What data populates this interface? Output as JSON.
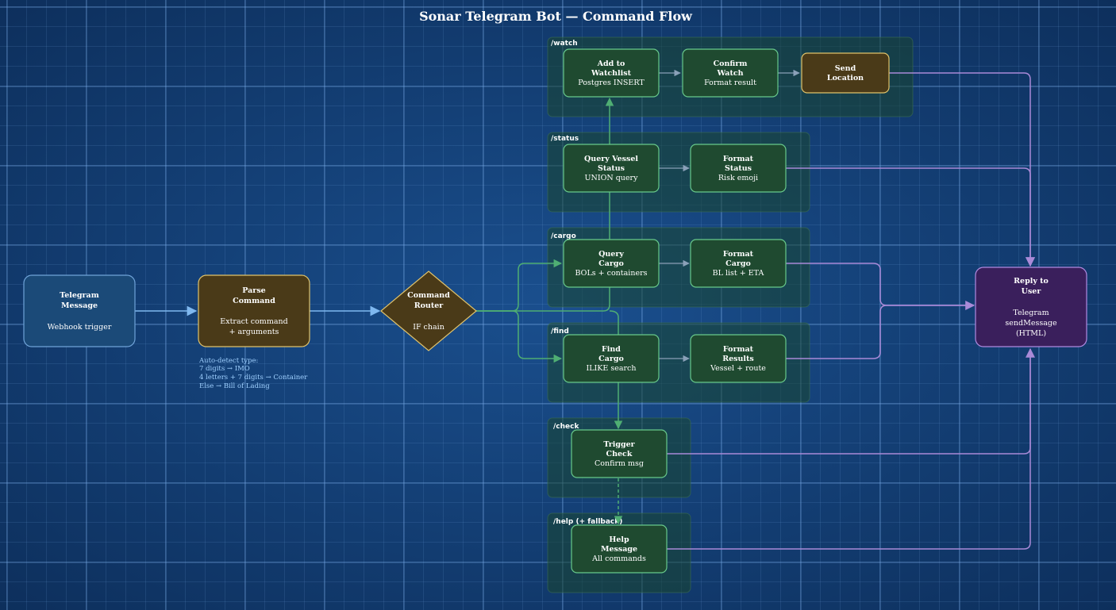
{
  "title": "Sonar Telegram Bot — Command Flow",
  "colors": {
    "group_fill": "#1f4a30",
    "green_node": "#1f4a30",
    "gold_node": "#4a3a18",
    "blue_node": "#1b4a78",
    "purple_node": "#3a1f5c",
    "green_edge": "#4fae73",
    "purple_edge": "#a98ad8",
    "blue_edge": "#7fb8ef"
  },
  "groups": {
    "watch": "/watch",
    "status": "/status",
    "cargo": "/cargo",
    "find": "/find",
    "check": "/check",
    "help": "/help (+ fallback)"
  },
  "nodes": {
    "telegram_message": {
      "lines": [
        "Telegram",
        "Message"
      ],
      "detail": [
        "Webhook trigger"
      ]
    },
    "parse_command": {
      "lines": [
        "Parse",
        "Command"
      ],
      "detail": [
        "Extract command",
        "+ arguments"
      ]
    },
    "command_router": {
      "lines": [
        "Command",
        "Router"
      ],
      "detail": [
        "IF chain"
      ]
    },
    "add_to_watchlist": {
      "lines": [
        "Add to",
        "Watchlist"
      ],
      "detail": [
        "Postgres INSERT"
      ]
    },
    "confirm_watch": {
      "lines": [
        "Confirm",
        "Watch"
      ],
      "detail": [
        "Format result"
      ]
    },
    "send_location": {
      "lines": [
        "Send",
        "Location"
      ],
      "detail": []
    },
    "query_vessel_status": {
      "lines": [
        "Query Vessel",
        "Status"
      ],
      "detail": [
        "UNION query"
      ]
    },
    "format_status": {
      "lines": [
        "Format",
        "Status"
      ],
      "detail": [
        "Risk emoji"
      ]
    },
    "query_cargo": {
      "lines": [
        "Query",
        "Cargo"
      ],
      "detail": [
        "BOLs + containers"
      ]
    },
    "format_cargo": {
      "lines": [
        "Format",
        "Cargo"
      ],
      "detail": [
        "BL list + ETA"
      ]
    },
    "find_cargo": {
      "lines": [
        "Find",
        "Cargo"
      ],
      "detail": [
        "ILIKE search"
      ]
    },
    "format_results": {
      "lines": [
        "Format",
        "Results"
      ],
      "detail": [
        "Vessel + route"
      ]
    },
    "trigger_check": {
      "lines": [
        "Trigger",
        "Check"
      ],
      "detail": [
        "Confirm msg"
      ]
    },
    "help_message": {
      "lines": [
        "Help",
        "Message"
      ],
      "detail": [
        "All commands"
      ]
    },
    "reply_to_user": {
      "lines": [
        "Reply to",
        "User"
      ],
      "detail": [
        "Telegram",
        "sendMessage",
        "(HTML)"
      ]
    }
  },
  "note": {
    "lines": [
      "Auto-detect type:",
      "7 digits → IMO",
      "4 letters + 7 digits → Container",
      "Else → Bill of Lading"
    ]
  }
}
